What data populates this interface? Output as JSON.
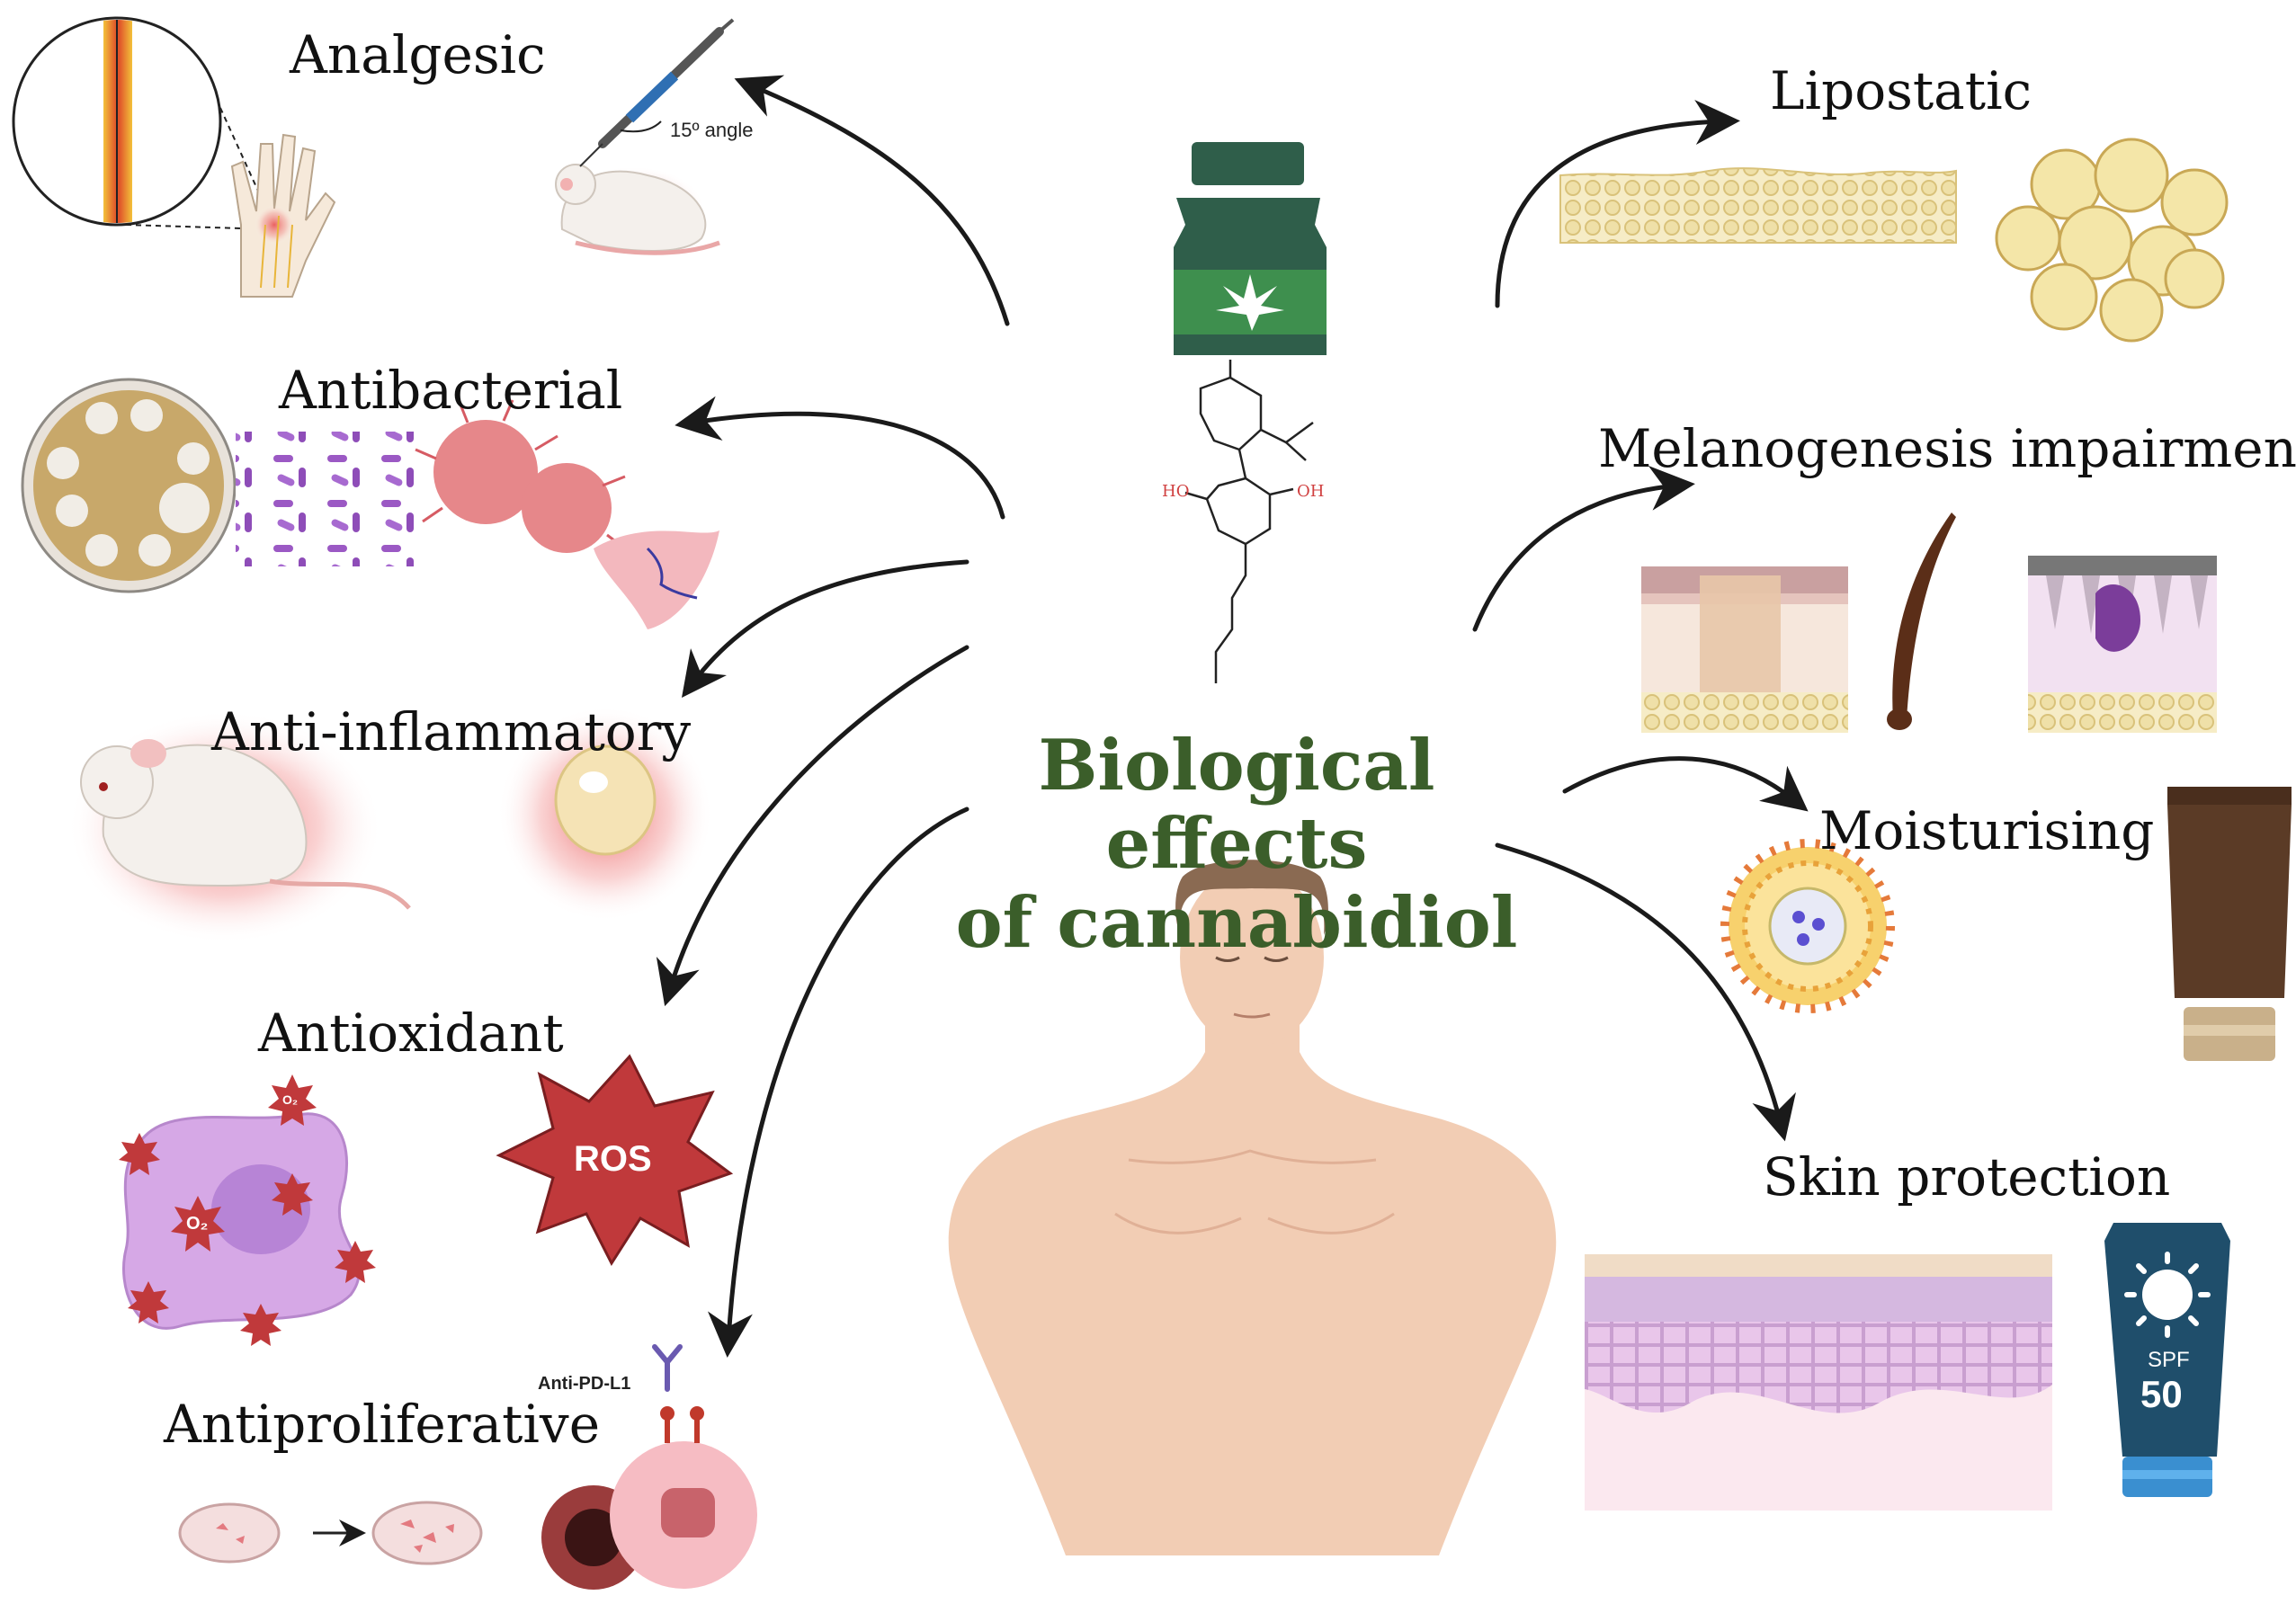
{
  "title": {
    "line1": "Biological effects",
    "line2": "of cannabidiol",
    "color": "#3b5e2a"
  },
  "effects": {
    "analgesic": "Analgesic",
    "antibacterial": "Antibacterial",
    "anti_inflammatory": "Anti-inflammatory",
    "antioxidant": "Antioxidant",
    "antiproliferative": "Antiproliferative",
    "lipostatic": "Lipostatic",
    "melanogenesis": "Melanogenesis impairment",
    "moisturising": "Moisturising",
    "skin_protection": "Skin protection"
  },
  "annotations": {
    "angle": "15º angle",
    "ros": "ROS",
    "o2": "O₂",
    "anti_pdl1": "Anti-PD-L1",
    "spf": "SPF",
    "spf_value": "50",
    "ho": "HO",
    "oh": "OH"
  },
  "colors": {
    "arrow": "#1a1a1a",
    "bottle": "#2f5e4a",
    "bottle_label": "#3e8f4e",
    "skin": "#f2cdb4",
    "fat": "#f3e6b0",
    "ros": "#c0393b",
    "cell_purple": "#d6a8e6",
    "sunscreen": "#1f4e6b",
    "tube_brown": "#5b3b26",
    "oh_red": "#d04040"
  }
}
